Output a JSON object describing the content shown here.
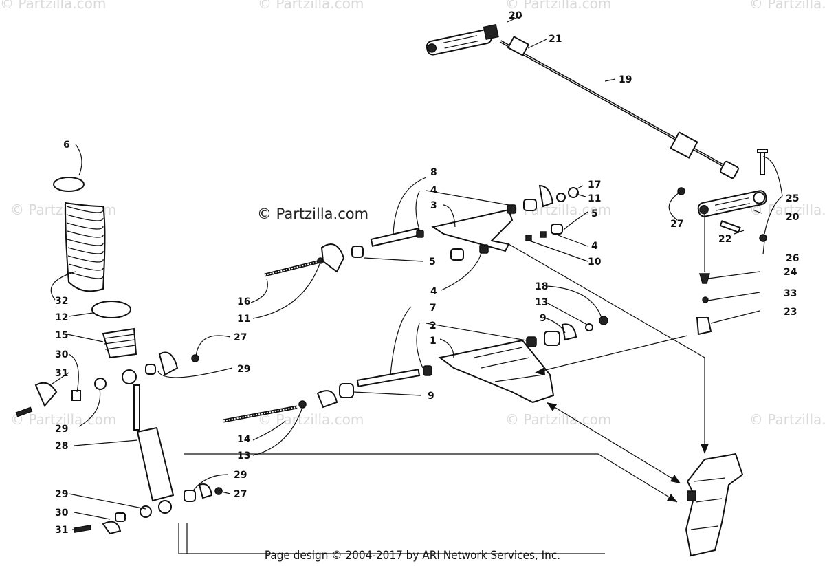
{
  "watermarks": {
    "w1": "© Partzilla.com",
    "w2": "© Partzilla.com",
    "w3": "© Partzilla.com",
    "w4": "© Partzilla.com",
    "w5": "© Partzilla.com",
    "w6": "© Partzilla.com",
    "w7": "© Partzilla.com",
    "w8": "© Partzilla.com",
    "w9": "© Partzilla.com",
    "w10": "© Partzilla.com",
    "w11": "© Partzilla.com"
  },
  "copyright": "© Partzilla.com",
  "footer": "Page design © 2004-2017 by ARI Network Services, Inc.",
  "callouts": {
    "c1": "1",
    "c2": "2",
    "c3": "3",
    "c4a": "4",
    "c4b": "4",
    "c4c": "4",
    "c5a": "5",
    "c5b": "5",
    "c6": "6",
    "c7": "7",
    "c8": "8",
    "c9a": "9",
    "c9b": "9",
    "c10": "10",
    "c11a": "11",
    "c11b": "11",
    "c12": "12",
    "c13a": "13",
    "c13b": "13",
    "c14": "14",
    "c15": "15",
    "c16": "16",
    "c17": "17",
    "c18": "18",
    "c19": "19",
    "c20a": "20",
    "c20b": "20",
    "c21": "21",
    "c22": "22",
    "c23": "23",
    "c24": "24",
    "c25": "25",
    "c26": "26",
    "c27a": "27",
    "c27b": "27",
    "c27c": "27",
    "c28": "28",
    "c29a": "29",
    "c29b": "29",
    "c29c": "29",
    "c29d": "29",
    "c30a": "30",
    "c30b": "30",
    "c31a": "31",
    "c31b": "31",
    "c32": "32",
    "c33": "33"
  }
}
